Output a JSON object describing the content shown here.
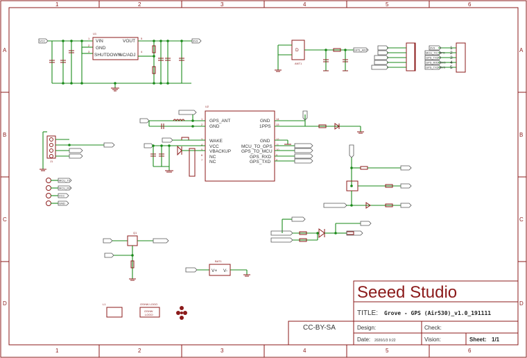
{
  "frame": {
    "columns": [
      "1",
      "2",
      "3",
      "4",
      "5",
      "6"
    ],
    "rows": [
      "A",
      "B",
      "C",
      "D"
    ]
  },
  "regulator": {
    "pins_left": [
      "VIN",
      "GND",
      "SHUTDOWN"
    ],
    "pins_right": [
      "VOUT",
      "NC/ADJ"
    ],
    "pin_numbers": [
      "1",
      "2",
      "3",
      "5",
      "4"
    ],
    "input_net": "VCC",
    "output_net": "3V3"
  },
  "antenna": {
    "ref": "ANT1",
    "net": "GPS_ANT"
  },
  "module": {
    "left_pins": [
      "GPS_ANT",
      "GND",
      "WAKE",
      "VCC",
      "VBACKUP",
      "NC",
      "NC"
    ],
    "right_pins": [
      "GND",
      "1PPS",
      "GND",
      "MCU_TO_GPS",
      "GPS_TO_MCU",
      "GPS_RXD",
      "GPS_TXD"
    ],
    "right_pin_numbers": [
      "14",
      "13",
      "12",
      "11",
      "10",
      "9",
      "8"
    ],
    "left_pin_numbers": [
      "1",
      "2",
      "3",
      "4",
      "5",
      "6",
      "7"
    ]
  },
  "connectors": {
    "j2_nets": [
      "GPS_TXD",
      "MCU_TO_GPS",
      "3V3",
      "GPS_RXD_3V3",
      "GPS_TXD_3V3"
    ],
    "j1_nets": [
      "GND",
      "VCC",
      "MCU_RX",
      "MCU_TX"
    ],
    "test_points": [
      "MCU_TX",
      "MCU_RX",
      "VCC",
      "GND"
    ]
  },
  "battery": {
    "ref": "BAT1",
    "plus": "V+",
    "minus": "V-"
  },
  "logos": [
    "OSHW LOGO"
  ],
  "license": "CC-BY-SA",
  "title_block": {
    "company": "Seeed Studio",
    "title_label": "TITLE:",
    "title_value": "Grove - GPS (Air530)_v1.0_191111",
    "design_label": "Design:",
    "check_label": "Check:",
    "date_label": "Date:",
    "date_value": "2020/1/3 9:22",
    "vision_label": "Vision:",
    "sheet_label": "Sheet:",
    "sheet_value": "1/1"
  },
  "colors": {
    "frame": "#8b1a1a",
    "wire": "#1a8a1a",
    "text": "#8b1a1a"
  }
}
